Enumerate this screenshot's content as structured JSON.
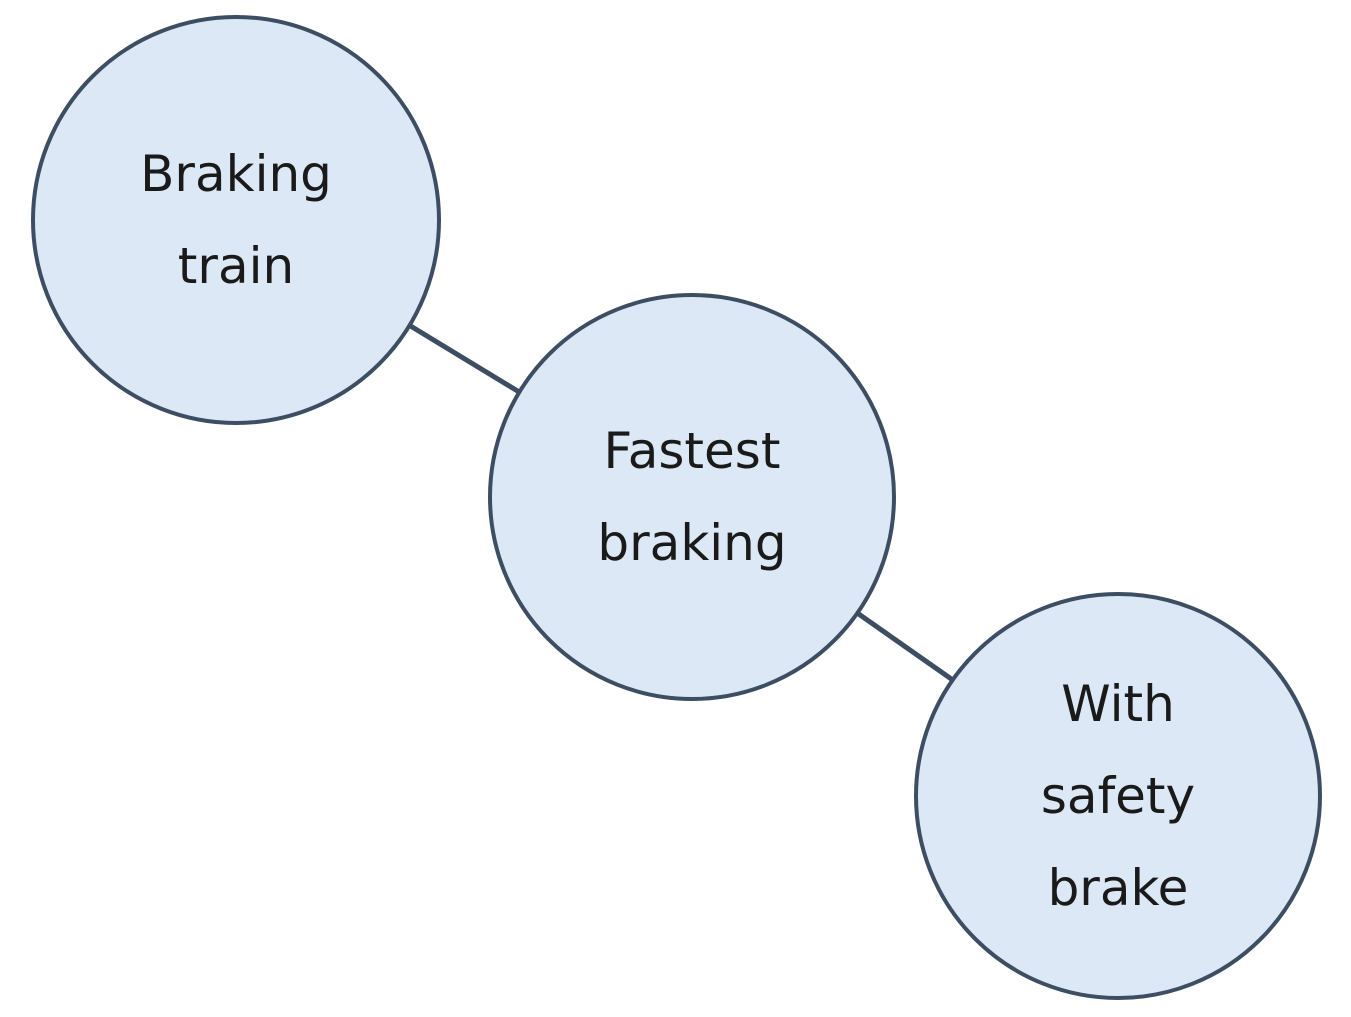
{
  "colors": {
    "node_fill": "#dce8f6",
    "node_stroke": "#3d4d62",
    "connector": "#3d4d62",
    "text": "#1a1a1a"
  },
  "nodes": [
    {
      "id": "braking-train",
      "lines": [
        "Braking",
        "train"
      ]
    },
    {
      "id": "fastest-braking",
      "lines": [
        "Fastest",
        "braking"
      ]
    },
    {
      "id": "with-safety-brake",
      "lines": [
        "With",
        "safety",
        "brake"
      ]
    }
  ],
  "edges": [
    {
      "from": "braking-train",
      "to": "fastest-braking"
    },
    {
      "from": "fastest-braking",
      "to": "with-safety-brake"
    }
  ]
}
